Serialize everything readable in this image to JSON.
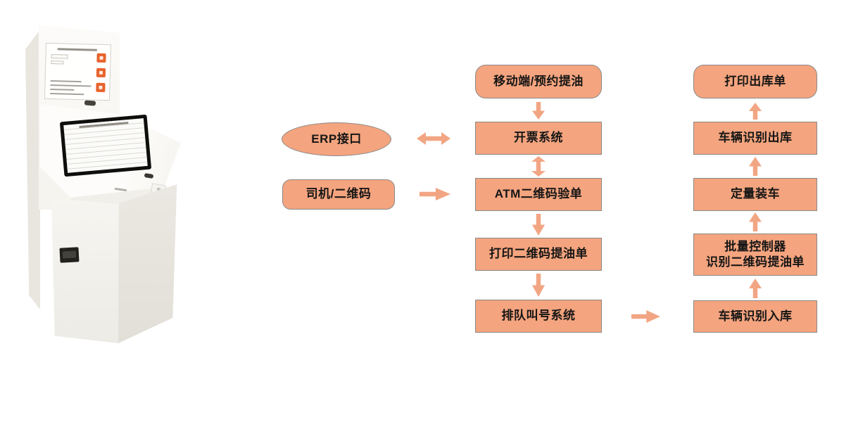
{
  "flowchart": {
    "node_fill": "#F4A47E",
    "arrow_fill": "#F2A583",
    "node_border": "#8A8A8A",
    "text_color": "#161616",
    "left_column": [
      {
        "label": "ERP接口",
        "shape": "ellipse"
      },
      {
        "label": "司机/二维码",
        "shape": "rounded-rectangle"
      }
    ],
    "center_column": [
      {
        "label": "移动端/预约提油",
        "shape": "rounded-rectangle"
      },
      {
        "label": "开票系统",
        "shape": "rectangle"
      },
      {
        "label": "ATM二维码验单",
        "shape": "rectangle"
      },
      {
        "label": "打印二维码提油单",
        "shape": "rectangle"
      },
      {
        "label": "排队叫号系统",
        "shape": "rectangle"
      }
    ],
    "right_column": [
      {
        "label": "打印出库单",
        "shape": "rounded-rectangle"
      },
      {
        "label": "车辆识别出库",
        "shape": "rectangle"
      },
      {
        "label": "定量装车",
        "shape": "rectangle"
      },
      {
        "label": "批量控制器\n识别二维码提油单",
        "shape": "rectangle"
      },
      {
        "label": "车辆识别入库",
        "shape": "rectangle"
      }
    ],
    "connections": [
      {
        "from": "移动端/预约提油",
        "to": "开票系统",
        "direction": "down"
      },
      {
        "from": "ERP接口",
        "to": "开票系统",
        "direction": "both"
      },
      {
        "from": "开票系统",
        "to": "ATM二维码验单",
        "direction": "both"
      },
      {
        "from": "司机/二维码",
        "to": "ATM二维码验单",
        "direction": "right"
      },
      {
        "from": "ATM二维码验单",
        "to": "打印二维码提油单",
        "direction": "down"
      },
      {
        "from": "打印二维码提油单",
        "to": "排队叫号系统",
        "direction": "down"
      },
      {
        "from": "排队叫号系统",
        "to": "车辆识别入库",
        "direction": "right"
      },
      {
        "from": "车辆识别入库",
        "to": "批量控制器识别二维码提油单",
        "direction": "up"
      },
      {
        "from": "批量控制器识别二维码提油单",
        "to": "定量装车",
        "direction": "up"
      },
      {
        "from": "定量装车",
        "to": "车辆识别出库",
        "direction": "up"
      },
      {
        "from": "车辆识别出库",
        "to": "打印出库单",
        "direction": "up"
      }
    ]
  },
  "kiosk": {
    "alt": "白色自助提油终端机"
  }
}
